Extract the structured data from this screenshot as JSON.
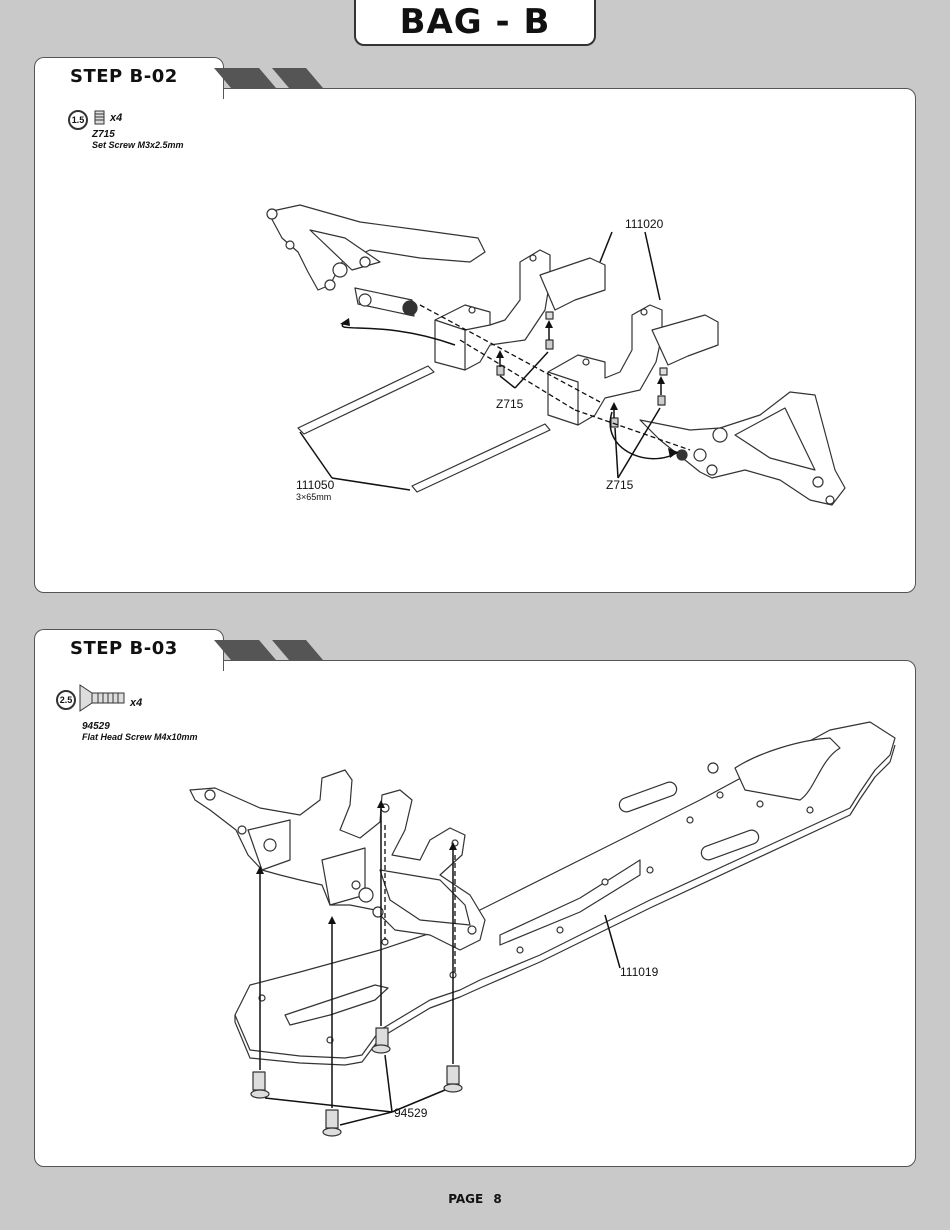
{
  "header": {
    "bag_title": "BAG - B"
  },
  "step_b02": {
    "title": "STEP B-02",
    "hardware": {
      "wrench_size": "1.5",
      "quantity": "x4",
      "part_no": "Z715",
      "description": "Set Screw M3x2.5mm"
    },
    "callouts": {
      "bulkhead": "111020",
      "screw_left": "Z715",
      "screw_right": "Z715",
      "pin": "111050",
      "pin_size": "3×65mm"
    }
  },
  "step_b03": {
    "title": "STEP B-03",
    "hardware": {
      "wrench_size": "2.5",
      "quantity": "x4",
      "part_no": "94529",
      "description": "Flat Head Screw M4x10mm"
    },
    "callouts": {
      "chassis": "111019",
      "screws": "94529"
    }
  },
  "footer": {
    "page_label": "PAGE",
    "page_number": "8"
  }
}
